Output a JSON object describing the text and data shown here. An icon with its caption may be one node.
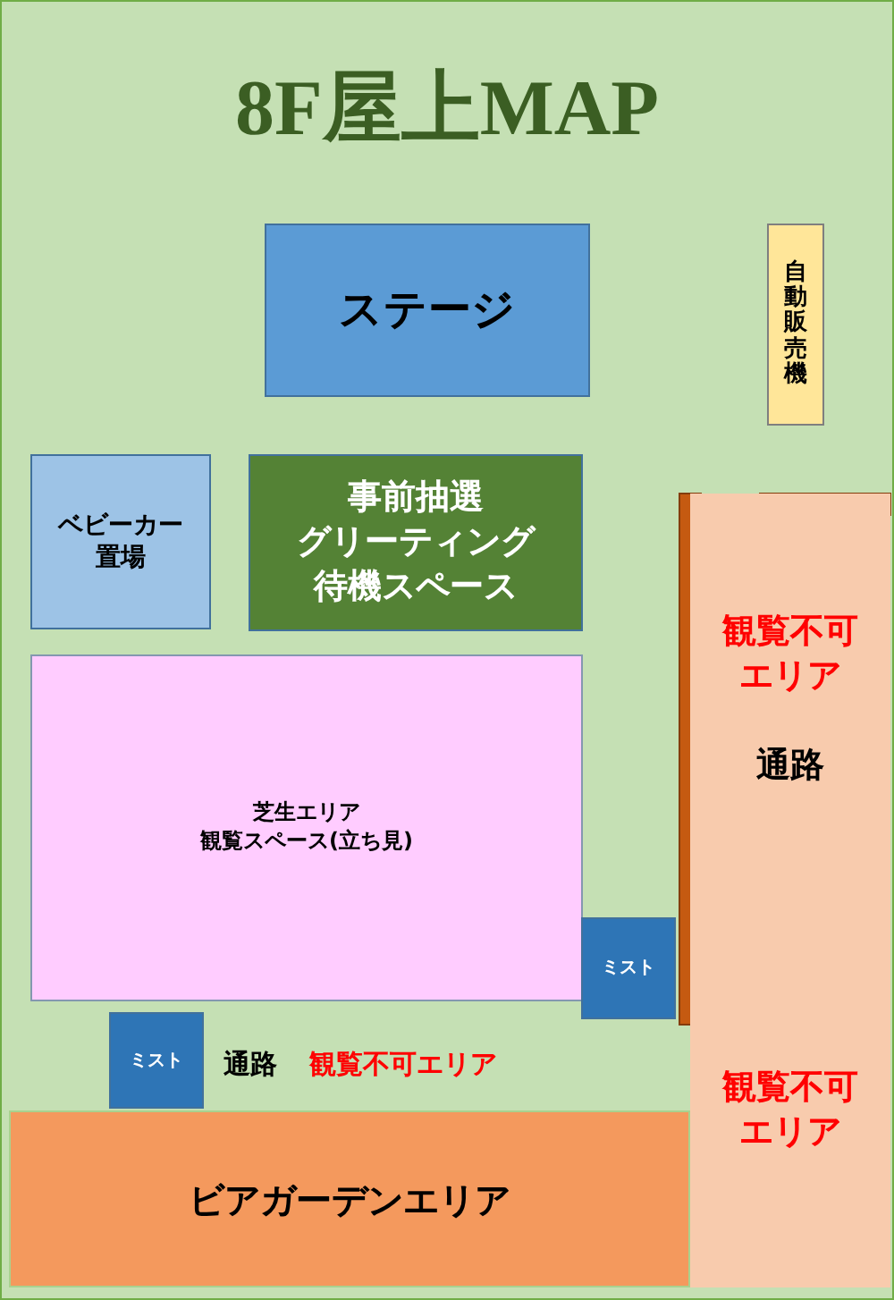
{
  "diagram": {
    "title": "8F屋上MAP",
    "nodes": [
      {
        "text": [
          "ステージ"
        ]
      },
      {
        "text": [
          "自動販売機"
        ]
      },
      {
        "text": [
          "ベビーカー置場"
        ]
      },
      {
        "text": [
          "事前抽選グリーティング待機スペース"
        ]
      },
      {
        "text": [
          "芝生エリア",
          "観覧スペース(立ち見)"
        ]
      },
      {
        "text": [
          "ミスト"
        ]
      },
      {
        "text": [
          "観覧不可エリア",
          "通路",
          "観覧不可エリア"
        ]
      },
      {
        "text": [
          "ミスト"
        ]
      },
      {
        "text": [
          "ビアガーデンエリア"
        ]
      }
    ],
    "labels": [
      "通路",
      "観覧不可エリア"
    ]
  }
}
